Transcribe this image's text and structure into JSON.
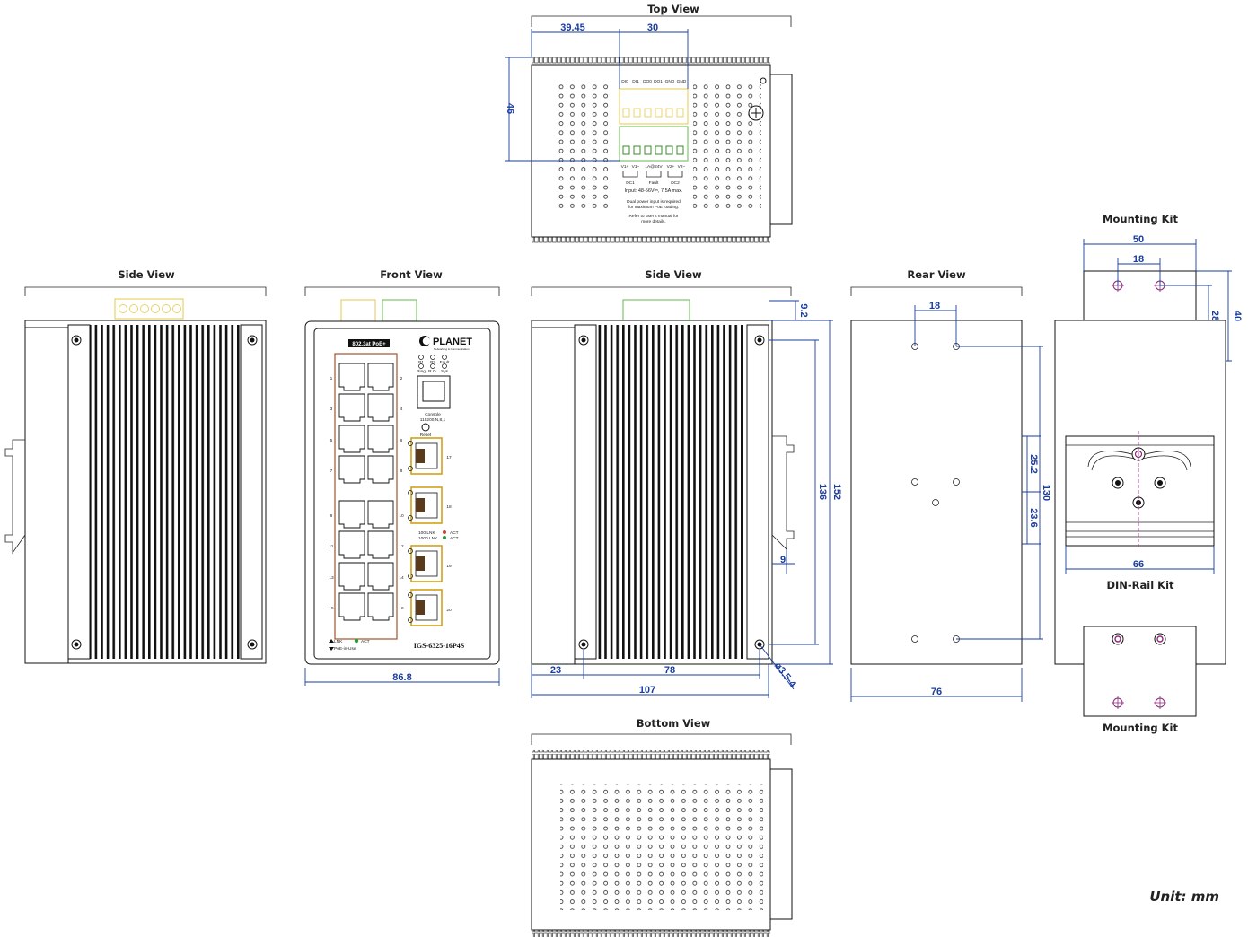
{
  "views": {
    "top": "Top View",
    "side_left": "Side View",
    "front": "Front View",
    "side_right": "Side View",
    "rear": "Rear View",
    "mounting_top": "Mounting Kit",
    "din_rail": "DIN-Rail Kit",
    "mounting_bottom": "Mounting Kit",
    "bottom": "Bottom View"
  },
  "unit_label": "Unit: mm",
  "top_view": {
    "dims": {
      "left_offset": "39.45",
      "terminal_width": "30",
      "depth": "46"
    },
    "terminal_labels": [
      "DI0",
      "DI1",
      "DO0",
      "DO1",
      "GND",
      "GND"
    ],
    "power_labels": [
      "V1+",
      "V1−",
      "1A@24V",
      "V2+",
      "V2−"
    ],
    "power_groups": [
      "DC1",
      "Fault",
      "DC2"
    ],
    "input_note": "Input: 48-56V⎓, 7.5A max.",
    "dual_note_1": "Dual power input is required",
    "dual_note_2": "for maximum PoE loading.",
    "refer_note_1": "Refer to user's manual for",
    "refer_note_2": "more details."
  },
  "front_view": {
    "poe_badge": "802.3at PoE+",
    "brand": "PLANET",
    "brand_tagline": "Networking & Communication",
    "model": "IGS-6325-16P4S",
    "led_labels": [
      "P1",
      "P2",
      "Fault"
    ],
    "led_sub_labels": [
      "Ring",
      "R.O.",
      "Sys"
    ],
    "console_label": "Console",
    "console_settings": "115200,N,8,1",
    "reset_label": "Reset",
    "port_numbers_left": [
      "1",
      "3",
      "5",
      "7",
      "9",
      "11",
      "13",
      "15"
    ],
    "port_numbers_right": [
      "2",
      "4",
      "6",
      "8",
      "10",
      "12",
      "14",
      "16"
    ],
    "sfp_ports": [
      "17",
      "18",
      "19",
      "20"
    ],
    "sfp_led_1": "100  LNK",
    "sfp_led_2": "1000 LNK",
    "sfp_act": "ACT",
    "legend_lnk": "LNK",
    "legend_act": "ACT",
    "legend_poe": "PoE-in-Use",
    "width_dim": "86.8"
  },
  "side_view": {
    "dims": {
      "top_offset": "9.2",
      "mount_height": "136",
      "total_height": "152",
      "rail_offset": "9",
      "front_depth": "23",
      "hole_spacing": "78",
      "total_depth": "107",
      "hole_dia": "ø3.5-4"
    }
  },
  "rear_view": {
    "dims": {
      "hole_spacing": "18",
      "upper": "25.2",
      "lower": "23.6",
      "height": "130",
      "width": "76"
    }
  },
  "kits": {
    "mounting_top_dims": {
      "width": "50",
      "hole_spacing": "18",
      "inner_height": "28",
      "height": "40"
    },
    "din_width": "66"
  },
  "colors": {
    "dimension": "#1a3d9e",
    "terminal_yellow": "#e8d36a",
    "terminal_green": "#7ec46a",
    "port_frame": "#a0522d",
    "sfp_frame": "#d4a017",
    "screw_purple": "#8b2a7a"
  }
}
